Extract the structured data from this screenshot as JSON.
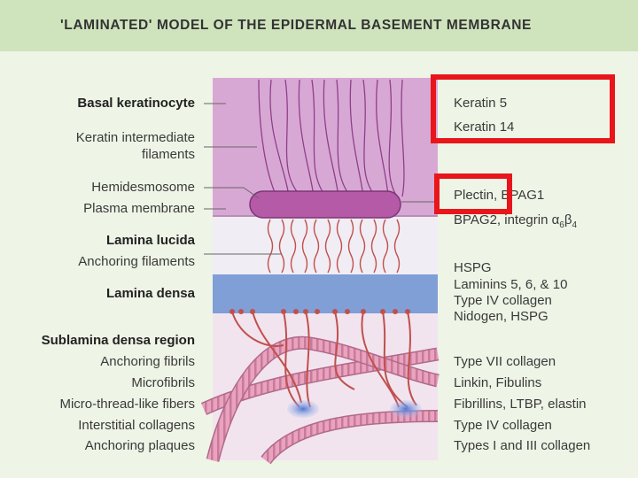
{
  "title": "'LAMINATED' MODEL OF THE EPIDERMAL BASEMENT MEMBRANE",
  "left_labels": {
    "basal_keratinocyte": "Basal keratinocyte",
    "keratin_filaments_1": "Keratin intermediate",
    "keratin_filaments_2": "filaments",
    "hemidesmosome": "Hemidesmosome",
    "plasma_membrane": "Plasma membrane",
    "lamina_lucida": "Lamina lucida",
    "anchoring_filaments": "Anchoring filaments",
    "lamina_densa": "Lamina densa",
    "sublamina": "Sublamina densa region",
    "anchoring_fibrils": "Anchoring fibrils",
    "microfibrils": "Microfibrils",
    "micro_thread": "Micro-thread-like fibers",
    "interstitial": "Interstitial collagens",
    "anchoring_plaques": "Anchoring plaques"
  },
  "right_labels": {
    "keratin5": "Keratin 5",
    "keratin14": "Keratin 14",
    "plectin": "Plectin, BPAG1",
    "bpag2_prefix": "BPAG2, integrin ",
    "alpha": "α",
    "alpha_sub": "6",
    "beta": "β",
    "beta_sub": "4",
    "hspg": "HSPG",
    "laminins": "Laminins 5, 6, & 10",
    "type4": "Type IV collagen",
    "nidogen": "Nidogen, HSPG",
    "type7": "Type VII collagen",
    "linkin": "Linkin, Fibulins",
    "fibrillins": "Fibrillins, LTBP, elastin",
    "type4b": "Type IV collagen",
    "types13": "Types I and III collagen"
  },
  "colors": {
    "title_band": "#cfe3bd",
    "background": "#eef4e6",
    "keratinocyte": "#d8a8d4",
    "hemidesmosome": "#b45aa6",
    "lamina_densa": "#7f9fd6",
    "sublamina": "#f2e4ee",
    "fibers": "#c0504d",
    "collagen": "#e9a3be",
    "plaque": "#6d8fd6",
    "highlight": "#e8151b"
  }
}
